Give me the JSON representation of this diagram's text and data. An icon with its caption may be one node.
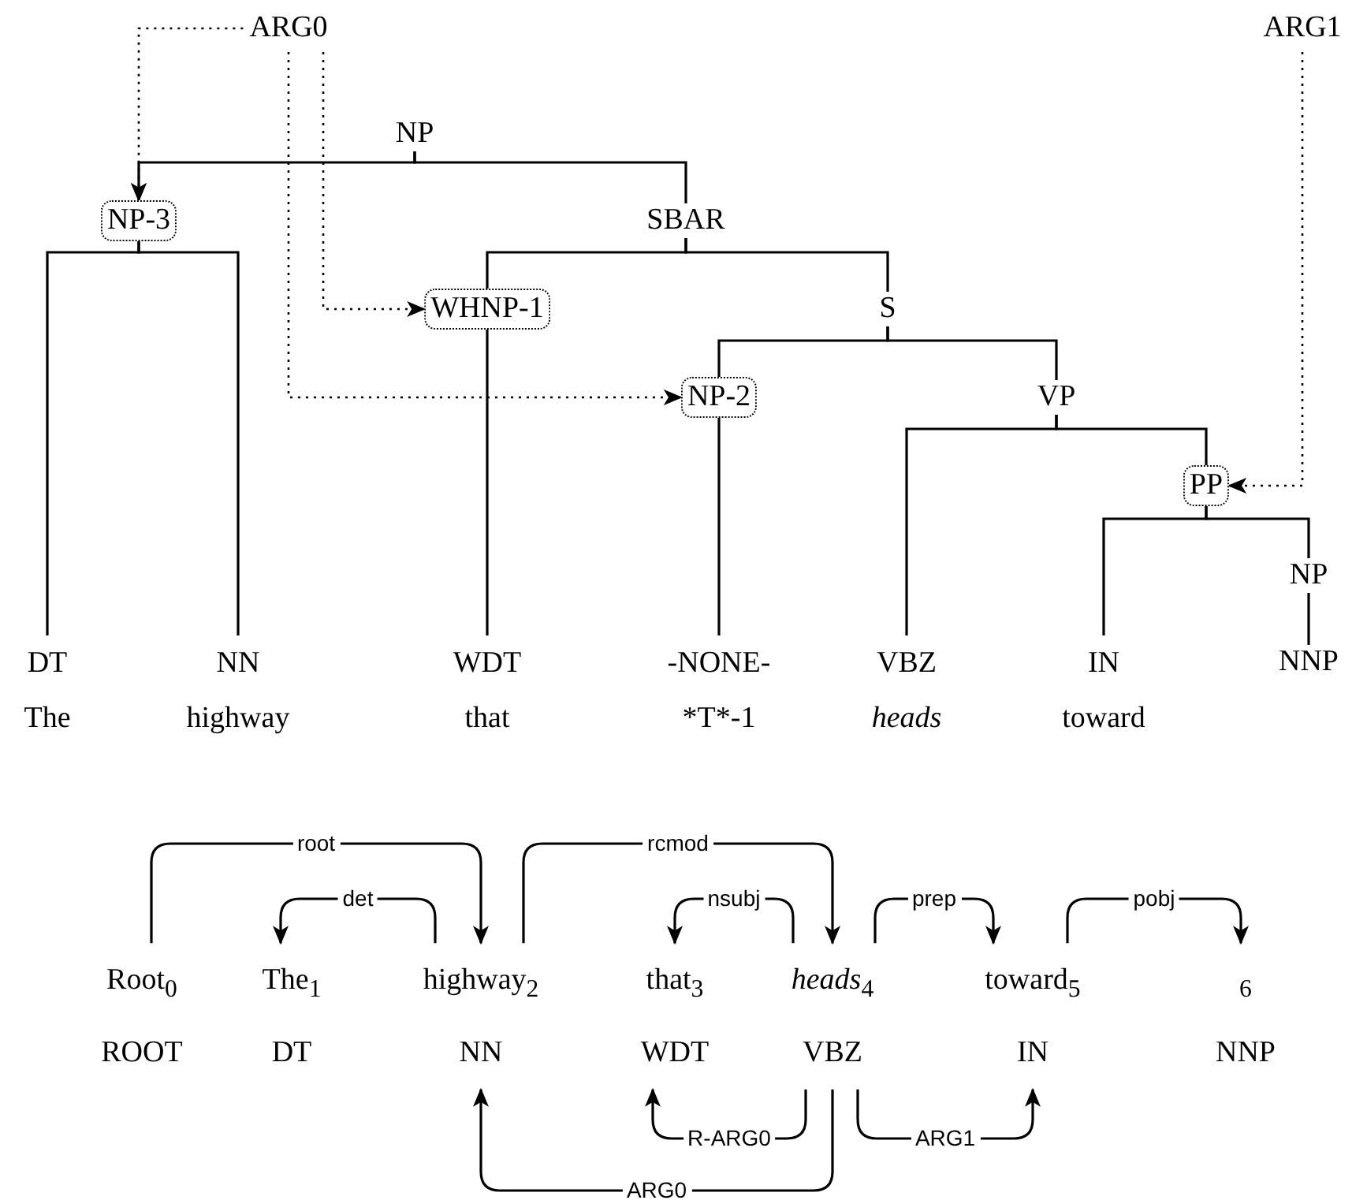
{
  "diagram": {
    "nodes": [
      {
        "text": [
          "ARG0"
        ]
      },
      {
        "text": [
          "ARG1"
        ]
      },
      {
        "text": [
          "NP"
        ]
      },
      {
        "text": [
          "NP-3"
        ]
      },
      {
        "text": [
          "SBAR"
        ]
      },
      {
        "text": [
          "WHNP-1"
        ]
      },
      {
        "text": [
          "S"
        ]
      },
      {
        "text": [
          "NP-2"
        ]
      },
      {
        "text": [
          "VP"
        ]
      },
      {
        "text": [
          "PP"
        ]
      },
      {
        "text": [
          "NP"
        ]
      },
      {
        "text": [
          "DT",
          "The"
        ]
      },
      {
        "text": [
          "NN",
          "highway"
        ]
      },
      {
        "text": [
          "WDT",
          "that"
        ]
      },
      {
        "text": [
          "-NONE-",
          "*T*-1"
        ]
      },
      {
        "text": [
          "VBZ",
          "heads"
        ]
      },
      {
        "text": [
          "IN",
          "toward"
        ]
      },
      {
        "text": [
          "NNP"
        ]
      },
      {
        "text": [
          "Root$_{0}$",
          "ROOT"
        ]
      },
      {
        "text": [
          "The$_{1}$",
          "DT"
        ]
      },
      {
        "text": [
          "highway$_{2}$",
          "NN"
        ]
      },
      {
        "text": [
          "that$_{3}$",
          "WDT"
        ]
      },
      {
        "text": [
          "*heads*$_{4}$",
          "VBZ"
        ]
      },
      {
        "text": [
          "toward$_{5}$",
          "IN"
        ]
      },
      {
        "text": [
          "$_{6}$",
          "NNP"
        ]
      }
    ],
    "edges": [
      {
        "from": 2,
        "to": 3,
        "arrow": "to"
      },
      {
        "from": 2,
        "to": 4,
        "arrow": "none"
      },
      {
        "from": 3,
        "to": 11,
        "arrow": "none"
      },
      {
        "from": 3,
        "to": 12,
        "arrow": "none"
      },
      {
        "from": 4,
        "to": 5,
        "arrow": "none"
      },
      {
        "from": 4,
        "to": 6,
        "arrow": "none"
      },
      {
        "from": 5,
        "to": 13,
        "arrow": "none"
      },
      {
        "from": 6,
        "to": 7,
        "arrow": "none"
      },
      {
        "from": 6,
        "to": 8,
        "arrow": "none"
      },
      {
        "from": 7,
        "to": 14,
        "arrow": "none"
      },
      {
        "from": 8,
        "to": 15,
        "arrow": "none"
      },
      {
        "from": 8,
        "to": 9,
        "arrow": "none"
      },
      {
        "from": 9,
        "to": 16,
        "arrow": "none"
      },
      {
        "from": 9,
        "to": 10,
        "arrow": "none"
      },
      {
        "from": 10,
        "to": 17,
        "arrow": "none"
      },
      {
        "from": 0,
        "to": 3,
        "arrow": "to",
        "style": "dashed"
      },
      {
        "from": 0,
        "to": 5,
        "arrow": "to",
        "style": "dashed"
      },
      {
        "from": 0,
        "to": 7,
        "arrow": "to",
        "style": "dashed"
      },
      {
        "from": 1,
        "to": 9,
        "arrow": "to",
        "style": "dashed"
      },
      {
        "from": 18,
        "to": 20,
        "arrow": "to",
        "label": "root"
      },
      {
        "from": 20,
        "to": 19,
        "arrow": "to",
        "label": "det"
      },
      {
        "from": 20,
        "to": 22,
        "arrow": "to",
        "label": "rcmod"
      },
      {
        "from": 22,
        "to": 21,
        "arrow": "to",
        "label": "nsubj"
      },
      {
        "from": 22,
        "to": 23,
        "arrow": "to",
        "label": "prep"
      },
      {
        "from": 23,
        "to": 24,
        "arrow": "to",
        "label": "pobj"
      },
      {
        "from": 22,
        "to": 21,
        "arrow": "to",
        "label": "R-ARG0"
      },
      {
        "from": 22,
        "to": 20,
        "arrow": "to",
        "label": "ARG0"
      },
      {
        "from": 22,
        "to": 23,
        "arrow": "to",
        "label": "ARG1"
      }
    ]
  }
}
